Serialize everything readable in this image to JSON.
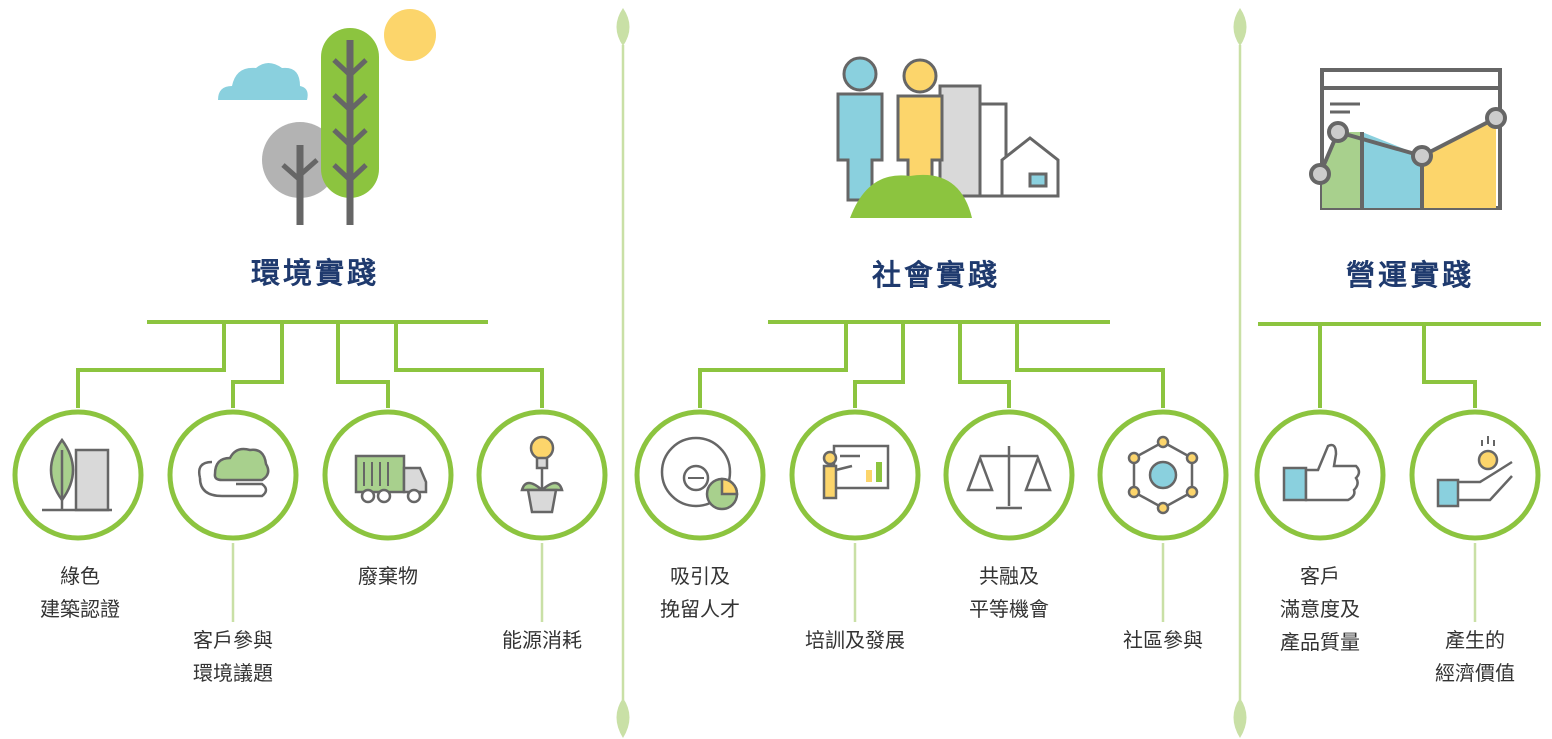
{
  "colors": {
    "green": "#8cc43f",
    "light_green": "#c9e0a6",
    "navy": "#1f3a6e",
    "gray": "#808080",
    "blue": "#8ad0de",
    "yellow": "#fcd56b"
  },
  "sections": [
    {
      "title": "環境實踐",
      "illustration": "trees-cloud-sun-icon",
      "items": [
        {
          "label": "綠色\n建築認證",
          "icon": "green-building-icon"
        },
        {
          "label": "客戶參與\n環境議題",
          "icon": "hand-cloud-icon"
        },
        {
          "label": "廢棄物",
          "icon": "garbage-truck-icon"
        },
        {
          "label": "能源消耗",
          "icon": "lightbulb-plant-icon"
        }
      ]
    },
    {
      "title": "社會實踐",
      "illustration": "people-buildings-icon",
      "items": [
        {
          "label": "吸引及\n挽留人才",
          "icon": "person-chart-icon"
        },
        {
          "label": "培訓及發展",
          "icon": "presentation-icon"
        },
        {
          "label": "共融及\n平等機會",
          "icon": "scales-icon"
        },
        {
          "label": "社區參與",
          "icon": "network-icon"
        }
      ]
    },
    {
      "title": "營運實踐",
      "illustration": "dashboard-chart-icon",
      "items": [
        {
          "label": "客戶\n滿意度及\n產品質量",
          "icon": "thumbs-up-icon"
        },
        {
          "label": "產生的\n經濟價值",
          "icon": "hand-coin-icon"
        }
      ]
    }
  ]
}
